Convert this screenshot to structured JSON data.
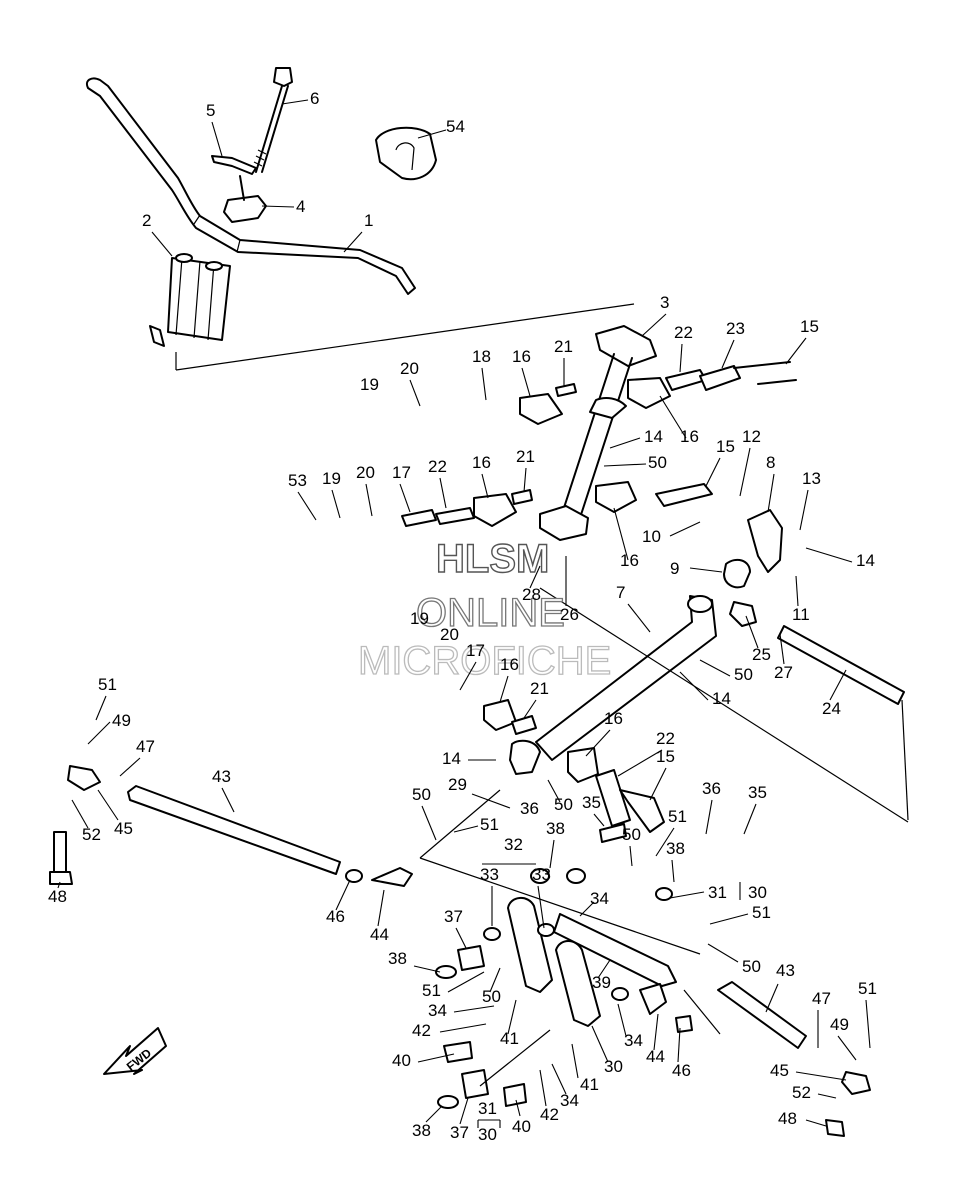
{
  "watermark": {
    "line1": "HLSM",
    "line2": "ONLINE",
    "line3": "MICROFICHE"
  },
  "direction_arrow": {
    "label": "FWD"
  },
  "callouts": [
    {
      "id": "c1",
      "text": "1"
    },
    {
      "id": "c2",
      "text": "2"
    },
    {
      "id": "c3",
      "text": "3"
    },
    {
      "id": "c4",
      "text": "4"
    },
    {
      "id": "c5",
      "text": "5"
    },
    {
      "id": "c6",
      "text": "6"
    },
    {
      "id": "c54",
      "text": "54"
    },
    {
      "id": "c22a",
      "text": "22"
    },
    {
      "id": "c23",
      "text": "23"
    },
    {
      "id": "c15a",
      "text": "15"
    },
    {
      "id": "c19a",
      "text": "19"
    },
    {
      "id": "c20a",
      "text": "20"
    },
    {
      "id": "c18",
      "text": "18"
    },
    {
      "id": "c16a",
      "text": "16"
    },
    {
      "id": "c21a",
      "text": "21"
    },
    {
      "id": "c16b",
      "text": "16"
    },
    {
      "id": "c14a",
      "text": "14"
    },
    {
      "id": "c50a",
      "text": "50"
    },
    {
      "id": "c15b",
      "text": "15"
    },
    {
      "id": "c12",
      "text": "12"
    },
    {
      "id": "c8",
      "text": "8"
    },
    {
      "id": "c13",
      "text": "13"
    },
    {
      "id": "c53",
      "text": "53"
    },
    {
      "id": "c19b",
      "text": "19"
    },
    {
      "id": "c20b",
      "text": "20"
    },
    {
      "id": "c17a",
      "text": "17"
    },
    {
      "id": "c22b",
      "text": "22"
    },
    {
      "id": "c16c",
      "text": "16"
    },
    {
      "id": "c21b",
      "text": "21"
    },
    {
      "id": "c16d",
      "text": "16"
    },
    {
      "id": "c10",
      "text": "10"
    },
    {
      "id": "c14b",
      "text": "14"
    },
    {
      "id": "c9",
      "text": "9"
    },
    {
      "id": "c28",
      "text": "28"
    },
    {
      "id": "c26",
      "text": "26"
    },
    {
      "id": "c7",
      "text": "7"
    },
    {
      "id": "c11",
      "text": "11"
    },
    {
      "id": "c19c",
      "text": "19"
    },
    {
      "id": "c20c",
      "text": "20"
    },
    {
      "id": "c17b",
      "text": "17"
    },
    {
      "id": "c16e",
      "text": "16"
    },
    {
      "id": "c25",
      "text": "25"
    },
    {
      "id": "c27",
      "text": "27"
    },
    {
      "id": "c50b",
      "text": "50"
    },
    {
      "id": "c21c",
      "text": "21"
    },
    {
      "id": "c14c",
      "text": "14"
    },
    {
      "id": "c24",
      "text": "24"
    },
    {
      "id": "c51a",
      "text": "51"
    },
    {
      "id": "c49a",
      "text": "49"
    },
    {
      "id": "c47a",
      "text": "47"
    },
    {
      "id": "c43a",
      "text": "43"
    },
    {
      "id": "c16f",
      "text": "16"
    },
    {
      "id": "c22c",
      "text": "22"
    },
    {
      "id": "c14d",
      "text": "14"
    },
    {
      "id": "c15c",
      "text": "15"
    },
    {
      "id": "c29",
      "text": "29"
    },
    {
      "id": "c36a",
      "text": "36"
    },
    {
      "id": "c50c",
      "text": "50"
    },
    {
      "id": "c35a",
      "text": "35"
    },
    {
      "id": "c51b",
      "text": "51"
    },
    {
      "id": "c36b",
      "text": "36"
    },
    {
      "id": "c35b",
      "text": "35"
    },
    {
      "id": "c52a",
      "text": "52"
    },
    {
      "id": "c45a",
      "text": "45"
    },
    {
      "id": "c50d",
      "text": "50"
    },
    {
      "id": "c51c",
      "text": "51"
    },
    {
      "id": "c38a",
      "text": "38"
    },
    {
      "id": "c50e",
      "text": "50"
    },
    {
      "id": "c48a",
      "text": "48"
    },
    {
      "id": "c32",
      "text": "32"
    },
    {
      "id": "c33a",
      "text": "33"
    },
    {
      "id": "c33b",
      "text": "33"
    },
    {
      "id": "c38b",
      "text": "38"
    },
    {
      "id": "c31a",
      "text": "31"
    },
    {
      "id": "c30a",
      "text": "30"
    },
    {
      "id": "c46a",
      "text": "46"
    },
    {
      "id": "c44a",
      "text": "44"
    },
    {
      "id": "c34a",
      "text": "34"
    },
    {
      "id": "c51d",
      "text": "51"
    },
    {
      "id": "c37a",
      "text": "37"
    },
    {
      "id": "c38c",
      "text": "38"
    },
    {
      "id": "c50f",
      "text": "50"
    },
    {
      "id": "c43b",
      "text": "43"
    },
    {
      "id": "c39",
      "text": "39"
    },
    {
      "id": "c51e",
      "text": "51"
    },
    {
      "id": "c50g",
      "text": "50"
    },
    {
      "id": "c34b",
      "text": "34"
    },
    {
      "id": "c47b",
      "text": "47"
    },
    {
      "id": "c51f",
      "text": "51"
    },
    {
      "id": "c42a",
      "text": "42"
    },
    {
      "id": "c41a",
      "text": "41"
    },
    {
      "id": "c34c",
      "text": "34"
    },
    {
      "id": "c44b",
      "text": "44"
    },
    {
      "id": "c46b",
      "text": "46"
    },
    {
      "id": "c49b",
      "text": "49"
    },
    {
      "id": "c40a",
      "text": "40"
    },
    {
      "id": "c30b",
      "text": "30"
    },
    {
      "id": "c45b",
      "text": "45"
    },
    {
      "id": "c41b",
      "text": "41"
    },
    {
      "id": "c52b",
      "text": "52"
    },
    {
      "id": "c34d",
      "text": "34"
    },
    {
      "id": "c42b",
      "text": "42"
    },
    {
      "id": "c48b",
      "text": "48"
    },
    {
      "id": "c38d",
      "text": "38"
    },
    {
      "id": "c37b",
      "text": "37"
    },
    {
      "id": "c31b",
      "text": "31"
    },
    {
      "id": "c40b",
      "text": "40"
    },
    {
      "id": "c30c",
      "text": "30"
    }
  ]
}
